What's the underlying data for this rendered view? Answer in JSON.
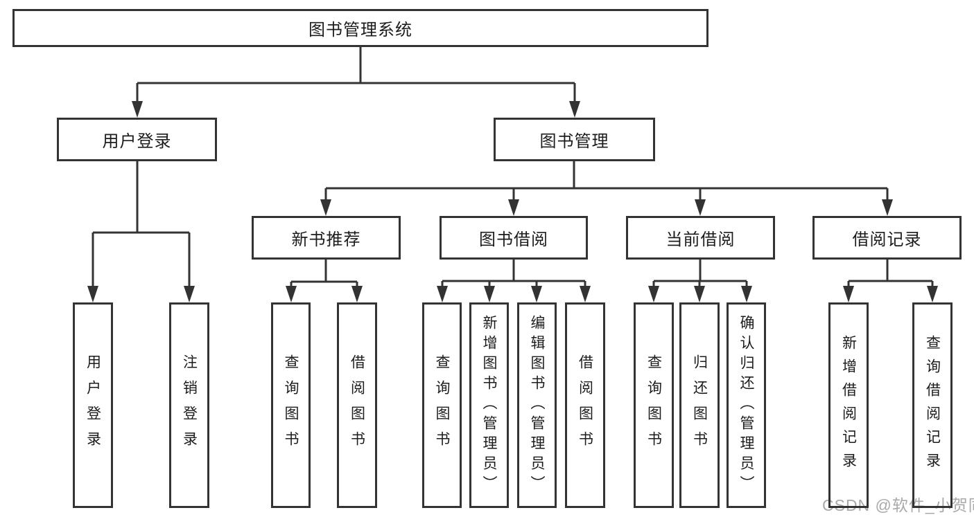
{
  "tree": {
    "root": {
      "label": "图书管理系统"
    },
    "branches": [
      {
        "label": "用户登录",
        "children": [
          {
            "label": "用户登录"
          },
          {
            "label": "注销登录"
          }
        ]
      },
      {
        "label": "图书管理",
        "groups": [
          {
            "label": "新书推荐",
            "children": [
              {
                "label": "查询图书"
              },
              {
                "label": "借阅图书"
              }
            ]
          },
          {
            "label": "图书借阅",
            "children": [
              {
                "label": "查询图书"
              },
              {
                "label": "新增图书（管理员）"
              },
              {
                "label": "编辑图书（管理员）"
              },
              {
                "label": "借阅图书"
              }
            ]
          },
          {
            "label": "当前借阅",
            "children": [
              {
                "label": "查询图书"
              },
              {
                "label": "归还图书"
              },
              {
                "label": "确认归还（管理员）"
              }
            ]
          },
          {
            "label": "借阅记录",
            "children": [
              {
                "label": "新增借阅记录"
              },
              {
                "label": "查询借阅记录"
              }
            ]
          }
        ]
      }
    ]
  },
  "watermark": "CSDN @软件_小贺同学",
  "colors": {
    "line": "#333333",
    "box_border": "#333333",
    "text": "#1c1c1c",
    "background": "#ffffff",
    "watermark": "#a9a9a9"
  }
}
